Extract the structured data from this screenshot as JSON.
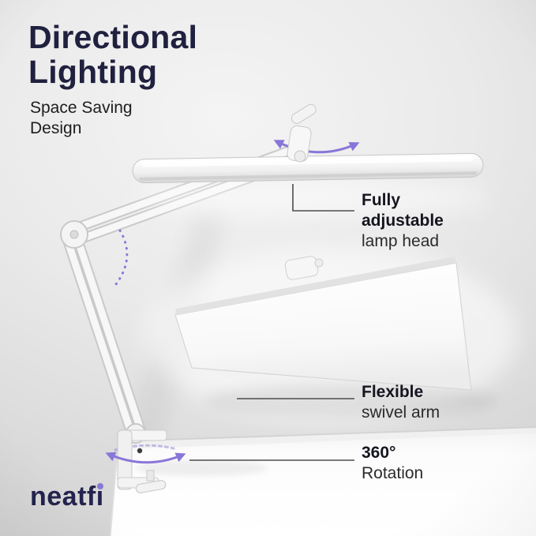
{
  "header": {
    "title_line1": "Directional",
    "title_line2": "Lighting",
    "subtitle_line1": "Space Saving",
    "subtitle_line2": "Design"
  },
  "annotations": [
    {
      "bold_lines": [
        "Fully",
        "adjustable"
      ],
      "normal": "lamp head"
    },
    {
      "bold_lines": [
        "Flexible"
      ],
      "normal": "swivel arm"
    },
    {
      "bold_lines": [
        "360°"
      ],
      "normal": "Rotation"
    }
  ],
  "logo": {
    "part1": "neatf",
    "part2": "i"
  },
  "colors": {
    "accent_purple": "#8a76d8",
    "heading_navy": "#20203f",
    "callout_line": "#4c4c4c"
  }
}
